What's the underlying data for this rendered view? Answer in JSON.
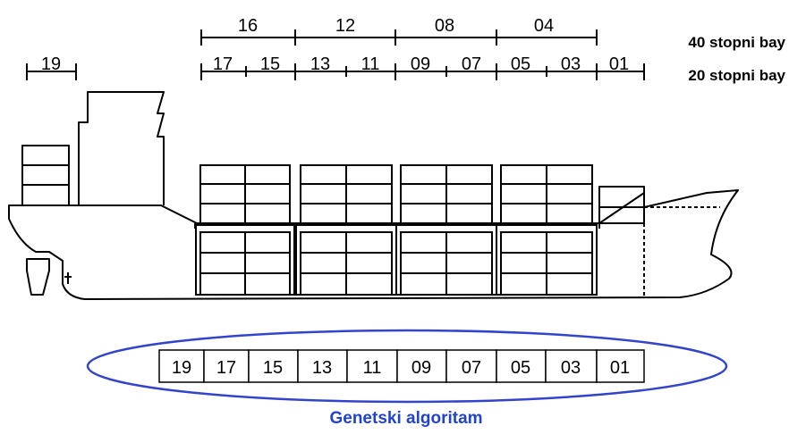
{
  "bay_scale": {
    "bay40_labels": [
      "16",
      "12",
      "08",
      "04"
    ],
    "bay20_labels": [
      "17",
      "15",
      "13",
      "11",
      "09",
      "07",
      "05",
      "03",
      "01"
    ],
    "stern_bay_label": "19",
    "legend_40": "40 stopni bay",
    "legend_20": "20 stopni bay"
  },
  "chromosome": {
    "genes": [
      "19",
      "17",
      "15",
      "13",
      "11",
      "09",
      "07",
      "05",
      "03",
      "01"
    ],
    "caption": "Genetski algoritam"
  },
  "colors": {
    "line": "#000000",
    "ellipse": "#3344cc",
    "caption": "#2244cc",
    "background": "#ffffff"
  }
}
